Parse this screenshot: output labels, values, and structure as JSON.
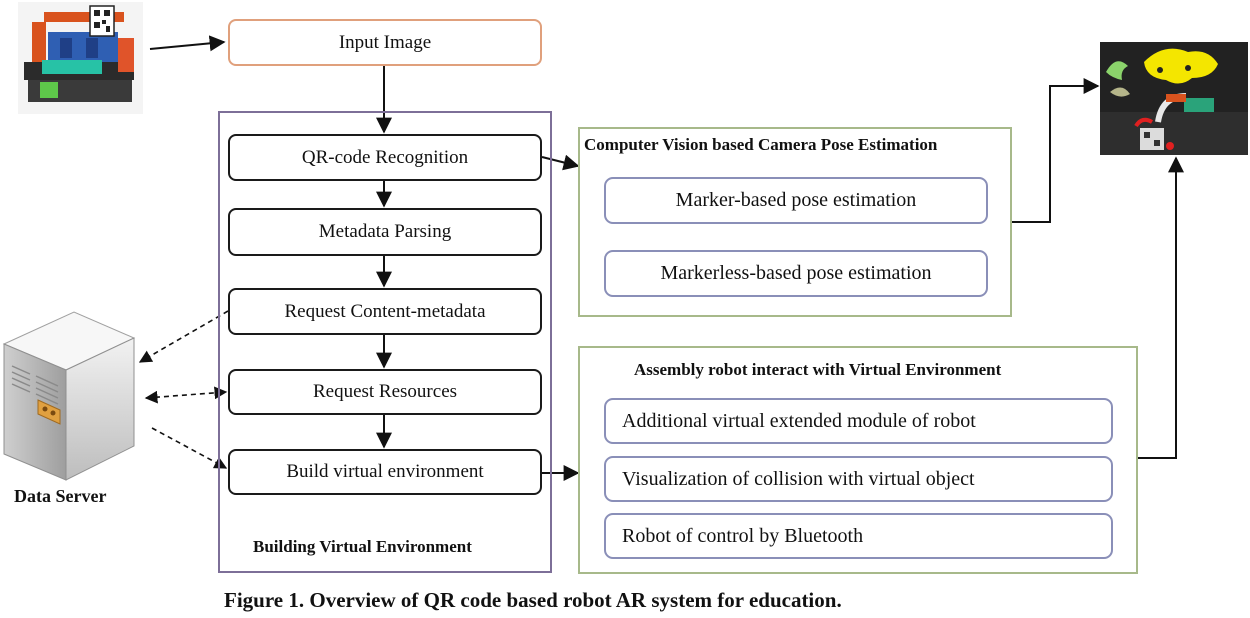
{
  "input_image": "Input Image",
  "building": {
    "title": "Building Virtual Environment",
    "steps": [
      "QR-code Recognition",
      "Metadata  Parsing",
      "Request Content-metadata",
      "Request Resources",
      "Build  virtual environment"
    ]
  },
  "pose": {
    "title": "Computer Vision based Camera Pose Estimation",
    "items": [
      "Marker-based pose estimation",
      "Markerless-based pose estimation"
    ]
  },
  "interact": {
    "title": "Assembly robot interact  with Virtual  Environment",
    "items": [
      "Additional virtual extended module of robot",
      "Visualization  of collision with virtual object",
      "Robot of control by Bluetooth"
    ]
  },
  "server_label": "Data Server",
  "caption": "Figure 1. Overview of QR code based robot AR system for education."
}
